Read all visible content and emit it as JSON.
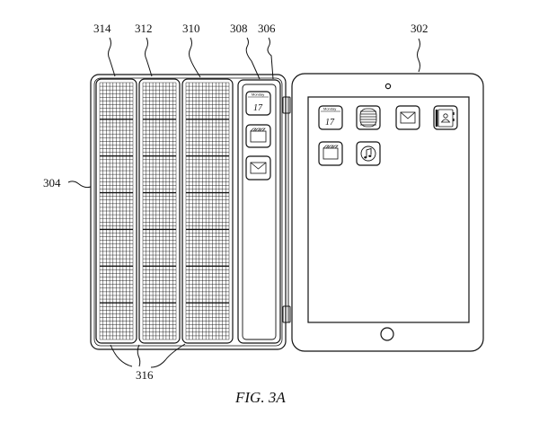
{
  "figure": {
    "caption": "FIG. 3A"
  },
  "refs": {
    "r302": "302",
    "r304": "304",
    "r306": "306",
    "r308": "308",
    "r310": "310",
    "r312": "312",
    "r314": "314",
    "r316": "316"
  },
  "cover_icons": {
    "calendar_month": "Monday",
    "calendar_day": "17"
  },
  "tablet_icons": [
    {
      "icon": "calendar-icon",
      "month": "Monday",
      "day": "17"
    },
    {
      "icon": "notes-icon"
    },
    {
      "icon": "mail-icon"
    },
    {
      "icon": "contacts-icon"
    },
    {
      "icon": "video-icon"
    },
    {
      "icon": "music-icon"
    }
  ],
  "colors": {
    "line": "#111111",
    "background": "#ffffff"
  }
}
